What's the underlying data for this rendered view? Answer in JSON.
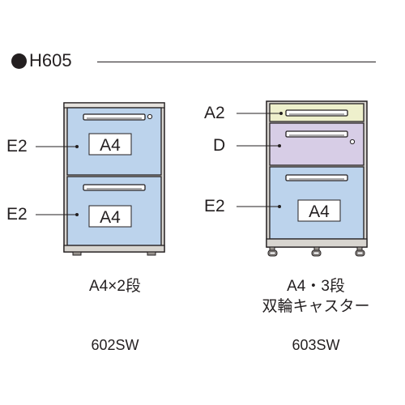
{
  "header": {
    "title": "H605"
  },
  "colors": {
    "drawer_e2": "#bcd3ec",
    "drawer_d": "#d7cde6",
    "drawer_a2": "#eef0cc",
    "frame": "#d8d5d0",
    "outline": "#231f20"
  },
  "units": {
    "left": {
      "callouts": [
        "E2",
        "E2"
      ],
      "drawer_labels": [
        "A4",
        "A4"
      ],
      "caption": "A4×2段",
      "model": "602SW"
    },
    "right": {
      "callouts": [
        "A2",
        "D",
        "E2"
      ],
      "drawer_labels": [
        "A4"
      ],
      "caption_line1": "A4・3段",
      "caption_line2": "双輪キャスター",
      "model": "603SW"
    }
  }
}
